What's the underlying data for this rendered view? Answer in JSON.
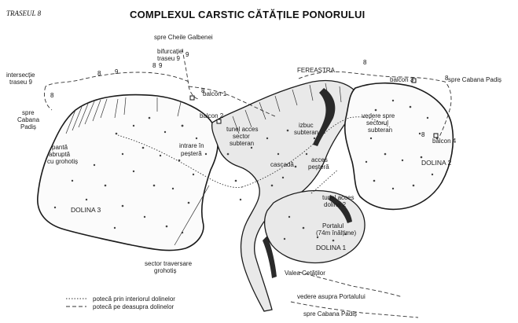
{
  "map": {
    "trail_label": "TRASEUL 8",
    "title": "COMPLEXUL CARSTIC CĂTĂȚILE PONORULUI",
    "labels": {
      "spre_cheile_l1": "spre Cheile Galbenei",
      "bifurcatie_l1": "bifurcație",
      "bifurcatie_l2": "traseu 9",
      "intersectie_l1": "intersecție",
      "intersectie_l2": "traseu 9",
      "spre_cabana_left_l1": "spre",
      "spre_cabana_left_l2": "Cabana",
      "spre_cabana_left_l3": "Padiș",
      "panta_l1": "pantă",
      "panta_l2": "abruptă",
      "panta_l3": "cu grohotiș",
      "intrare_l1": "intrare în",
      "intrare_l2": "peșteră",
      "balcon1": "balcon 1",
      "balcon2": "balcon 2",
      "tunel_sector_l1": "tunel acces",
      "tunel_sector_l2": "sector",
      "tunel_sector_l3": "subteran",
      "fereastra": "FEREASTRA",
      "izbuc_l1": "izbuc",
      "izbuc_l2": "subteran",
      "balcon3": "balcon 3",
      "spre_cabana_right": "spre Cabana Padiș",
      "vedere_sector_l1": "vedere spre",
      "vedere_sector_l2": "sectorul",
      "vedere_sector_l3": "subteran",
      "balcon4": "balcon 4",
      "cascada": "cascadă",
      "acces_pestera_l1": "acces",
      "acces_pestera_l2": "peșteră",
      "tunel_dolina_l1": "tunel acces",
      "tunel_dolina_l2": "dolina 2",
      "portalul_l1": "Portalul",
      "portalul_l2": "(74m înălțime)",
      "dolina1": "DOLINA 1",
      "dolina2": "DOLINA 2",
      "dolina3": "DOLINA 3",
      "sector_traversare_l1": "sector traversare",
      "sector_traversare_l2": "grohotiș",
      "valea": "Valea Cetăților",
      "vedere_portal": "vedere asupra Portalului",
      "spre_cabana_bottom": "spre Cabana Padiș"
    },
    "trail_numbers": {
      "n_top": "9",
      "n_8a": "8",
      "n_9a": "9",
      "n_8b": "8",
      "n_9b": "9",
      "n_8c": "8",
      "n_8d": "8",
      "n_8e": "8",
      "n_8f": "8",
      "n_8g": "8"
    },
    "legend": {
      "inside": "potecă prin interiorul dolinelor",
      "above": "potecă pe deasupra dolinelor"
    }
  }
}
